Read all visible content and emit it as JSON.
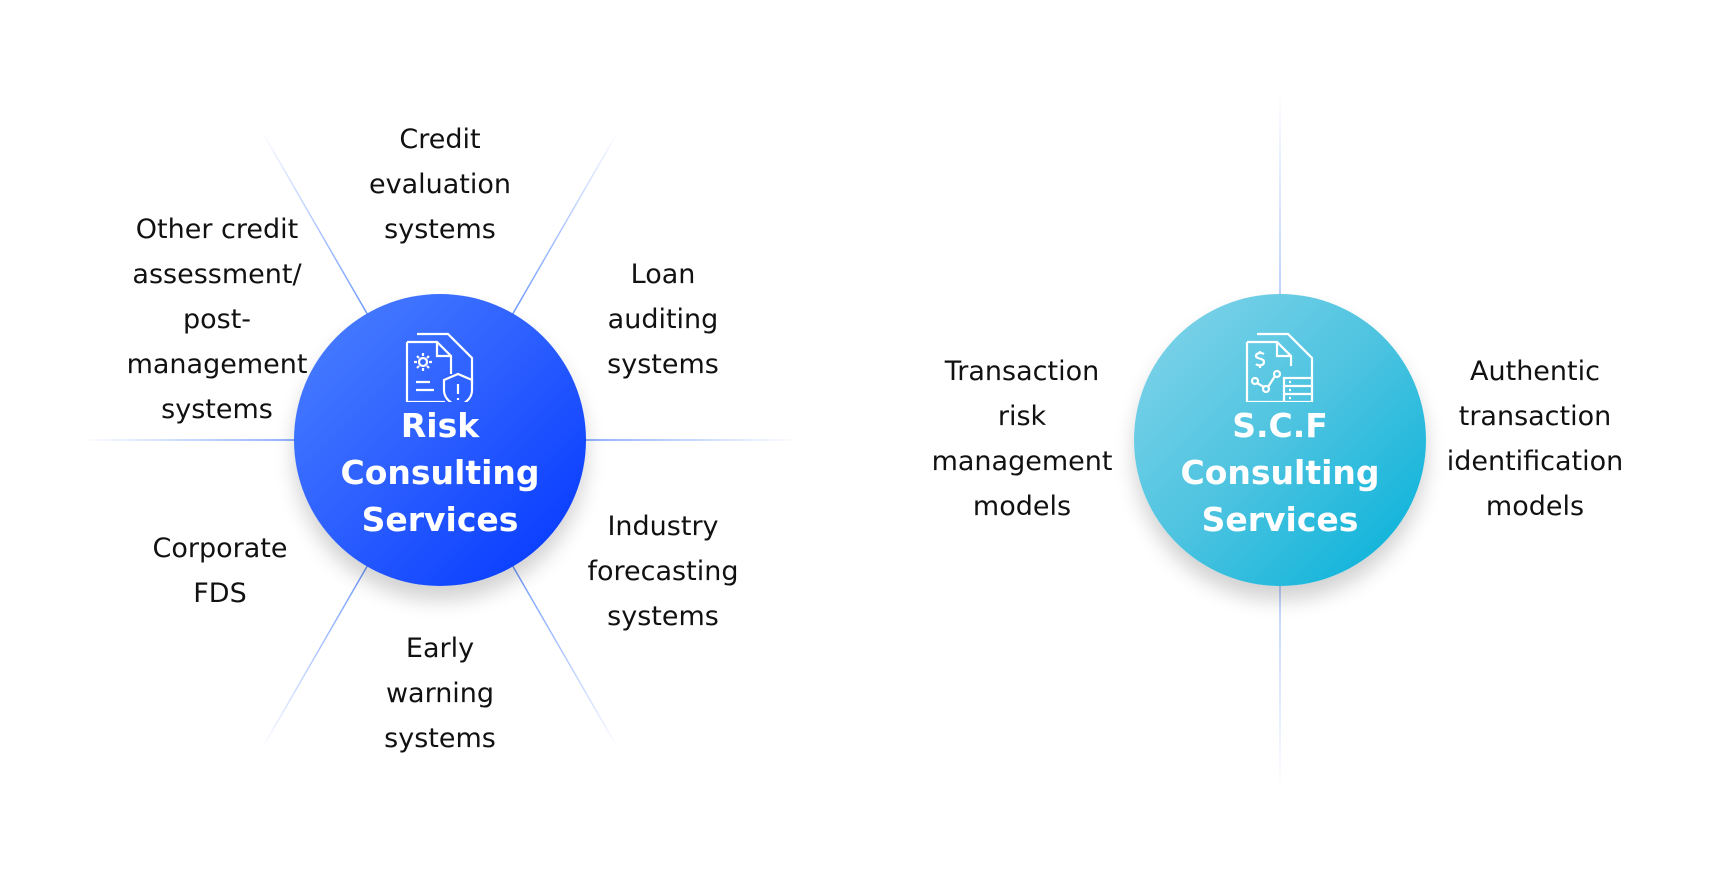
{
  "risk": {
    "title": [
      "Risk",
      "Consulting",
      "Services"
    ],
    "icon": "document-gear-shield-icon",
    "color_start": "#4d82ff",
    "color_end": "#0035ff",
    "items": [
      {
        "lines": [
          "Credit",
          "evaluation",
          "systems"
        ]
      },
      {
        "lines": [
          "Loan",
          "auditing",
          "systems"
        ]
      },
      {
        "lines": [
          "Industry",
          "forecasting",
          "systems"
        ]
      },
      {
        "lines": [
          "Early",
          "warning",
          "systems"
        ]
      },
      {
        "lines": [
          "Corporate",
          "FDS"
        ]
      },
      {
        "lines": [
          "Other credit",
          "assessment/",
          "post-",
          "management",
          "systems"
        ]
      }
    ]
  },
  "scf": {
    "title": [
      "S.C.F",
      "Consulting",
      "Services"
    ],
    "icon": "document-dollar-chart-server-icon",
    "color_start": "#86d5ea",
    "color_end": "#00b0d9",
    "items": [
      {
        "lines": [
          "Transaction",
          "risk",
          "management",
          "models"
        ]
      },
      {
        "lines": [
          "Authentic",
          "transaction",
          "identification",
          "models"
        ]
      }
    ]
  }
}
